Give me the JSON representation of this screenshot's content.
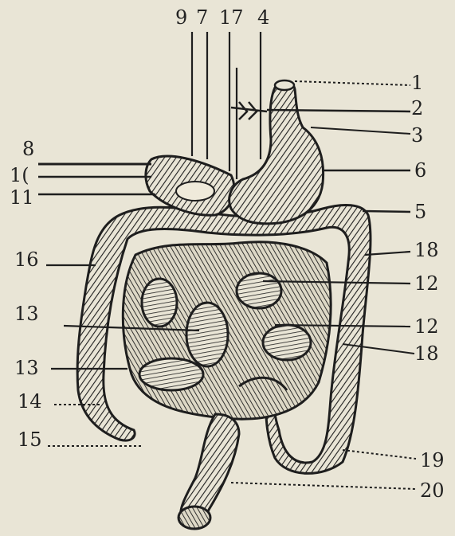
{
  "diagram": {
    "ink_color": "#1e1e1e",
    "paper_color": "#e9e5d6",
    "labels": {
      "top_9": "9",
      "top_7": "7",
      "top_17": "17",
      "top_4": "4",
      "left_8": "8",
      "left_10": "1(",
      "left_11": "11",
      "left_16": "16",
      "left_13a": "13",
      "left_13b": "13",
      "left_14": "14",
      "left_15": "15",
      "right_1": "1",
      "right_2": "2",
      "right_3": "3",
      "right_6": "6",
      "right_5": "5",
      "right_18a": "18",
      "right_12a": "12",
      "right_12b": "12",
      "right_18b": "18",
      "right_19": "19",
      "right_20": "20"
    }
  }
}
